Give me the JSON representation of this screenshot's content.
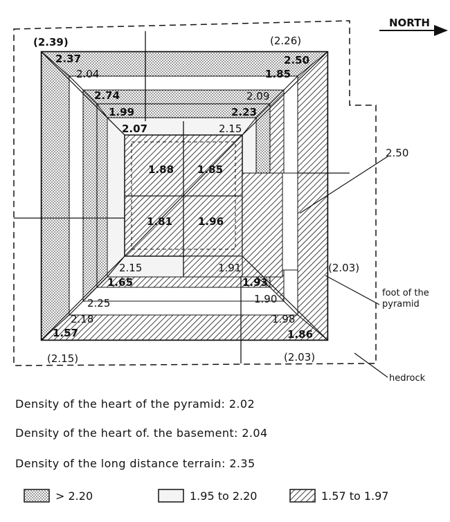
{
  "header": {
    "north": "NORTH"
  },
  "corner_values": {
    "top_left": "(2.39)",
    "top_right": "(2.26)",
    "right": "(2.03)",
    "bottom_left": "(2.15)",
    "bottom_right": "(2.03)"
  },
  "zone_values": {
    "v_237": "2.37",
    "v_250_tr": "2.50",
    "v_204": "2.04",
    "v_185_t": "1.85",
    "v_274": "2.74",
    "v_209": "2.09",
    "v_199": "1.99",
    "v_223": "2.23",
    "v_207": "2.07",
    "v_215_in": "2.15",
    "v_188": "1.88",
    "v_185_c": "1.85",
    "v_181": "1.81",
    "v_196": "1.96",
    "v_215_bl": "2.15",
    "v_191": "1.91",
    "v_165": "1.65",
    "v_193": "1.93",
    "v_225": "2.25",
    "v_190": "1.90",
    "v_218": "2.18",
    "v_198": "1.98",
    "v_157": "1.57",
    "v_186": "1.86",
    "v_250_side": "2.50"
  },
  "callouts": {
    "foot": "foot of the pyramid",
    "bedrock": "hedrock"
  },
  "notes": {
    "heart_pyramid": "Density of the heart of the pyramid: 2.02",
    "heart_basement": "Density of the heart of. the basement: 2.04",
    "long_distance": "Density of the long distance terrain: 2.35"
  },
  "legend": {
    "dense": "> 2.20",
    "medium": "1.95 to 2.20",
    "light": "1.57 to 1.97"
  }
}
